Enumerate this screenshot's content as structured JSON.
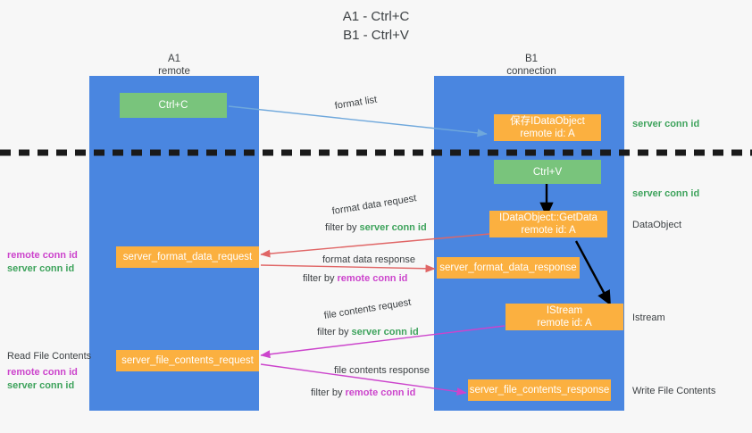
{
  "title": {
    "line1": "A1 - Ctrl+C",
    "line2": "B1 - Ctrl+V"
  },
  "columns": [
    {
      "name": "A1",
      "sub": "remote"
    },
    {
      "name": "B1",
      "sub": "connection"
    }
  ],
  "colors": {
    "lane": "#4a86e0",
    "orange": "#fbb040",
    "green_box": "#79c47c",
    "server_conn_id": "#3ea35c",
    "remote_conn_id": "#cc44cc",
    "arrow_format_list": "#6fa8dc",
    "arrow_format_data": "#e06666",
    "arrow_file_contents": "#cc44cc",
    "arrow_black": "#000000",
    "text": "#3c4043",
    "background": "#f7f7f7"
  },
  "nodes": {
    "ctrl_c": "Ctrl+C",
    "save_idataobject": {
      "line1": "保存IDataObject",
      "line2": "remote id: A"
    },
    "ctrl_v": "Ctrl+V",
    "getdata": {
      "line1": "IDataObject::GetData",
      "line2": "remote id: A"
    },
    "istream": {
      "line1": "IStream",
      "line2": "remote id: A"
    },
    "server_format_data_request": "server_format_data_request",
    "server_format_data_response": "server_format_data_response",
    "server_file_contents_request": "server_file_contents_request",
    "server_file_contents_response": "server_file_contents_response"
  },
  "edge_labels": {
    "format_list": "format list",
    "format_data_request": "format data request",
    "format_data_request_filter_prefix": "filter by ",
    "format_data_request_filter_value": "server conn id",
    "format_data_response": "format data response",
    "format_data_response_filter_prefix": "filter by ",
    "format_data_response_filter_value": "remote conn id",
    "file_contents_request": "file contents request",
    "file_contents_request_filter_prefix": "filter by ",
    "file_contents_request_filter_value": "server conn id",
    "file_contents_response": "file contents response",
    "file_contents_response_filter_prefix": "filter by ",
    "file_contents_response_filter_value": "remote conn id"
  },
  "right_labels": {
    "server_conn_id_top": "server conn id",
    "server_conn_id_mid": "server conn id",
    "data_object": "DataObject",
    "istream": "Istream",
    "write_file_contents": "Write File Contents"
  },
  "left_labels": {
    "remote_conn_id_1": "remote conn id",
    "server_conn_id_1": "server conn id",
    "read_file_contents": "Read File Contents",
    "remote_conn_id_2": "remote conn id",
    "server_conn_id_2": "server conn id"
  }
}
